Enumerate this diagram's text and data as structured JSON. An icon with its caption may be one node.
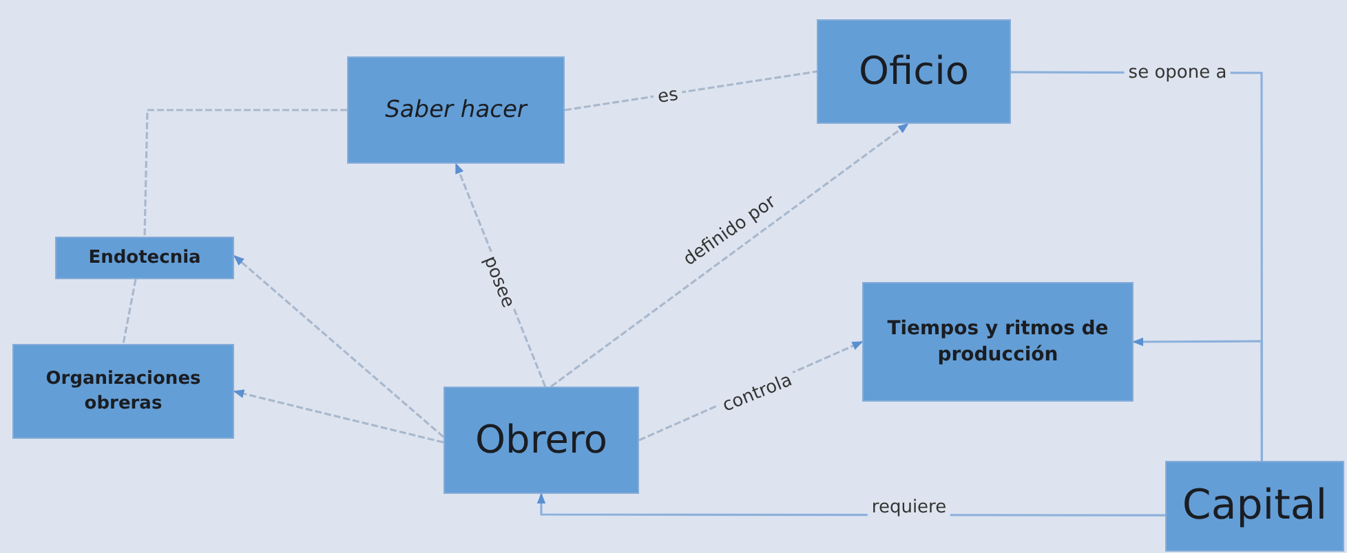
{
  "diagram": {
    "nodes": [
      {
        "text": [
          "Saber hacer"
        ]
      },
      {
        "text": [
          "Oficio"
        ]
      },
      {
        "text": [
          "Endotecnia"
        ]
      },
      {
        "text": [
          "Organizaciones obreras"
        ]
      },
      {
        "text": [
          "Tiempos y ritmos de producción"
        ]
      },
      {
        "text": [
          "Obrero"
        ]
      },
      {
        "text": [
          "Capital"
        ]
      }
    ],
    "edges": [
      {
        "from": 0,
        "to": 1,
        "arrow": "none",
        "label": "es",
        "style": "dashed"
      },
      {
        "from": 5,
        "to": 0,
        "arrow": "to",
        "label": "posee",
        "style": "dashed"
      },
      {
        "from": 5,
        "to": 1,
        "arrow": "to",
        "label": "definido por",
        "style": "dashed"
      },
      {
        "from": 5,
        "to": 2,
        "arrow": "to",
        "style": "dashed"
      },
      {
        "from": 5,
        "to": 3,
        "arrow": "to",
        "style": "dashed"
      },
      {
        "from": 5,
        "to": 4,
        "arrow": "to",
        "label": "controla",
        "style": "dashed"
      },
      {
        "from": 6,
        "to": 5,
        "arrow": "to",
        "label": "requiere",
        "color": "#8cb0dc"
      },
      {
        "from": 6,
        "to": 4,
        "arrow": "to",
        "color": "#8cb0dc"
      },
      {
        "from": 6,
        "to": 1,
        "arrow": "to",
        "label": "se opone a",
        "color": "#8cb0dc"
      },
      {
        "from": 0,
        "to": 2,
        "arrow": "none",
        "style": "dashed"
      },
      {
        "from": 2,
        "to": 3,
        "arrow": "none",
        "style": "dashed"
      }
    ]
  }
}
